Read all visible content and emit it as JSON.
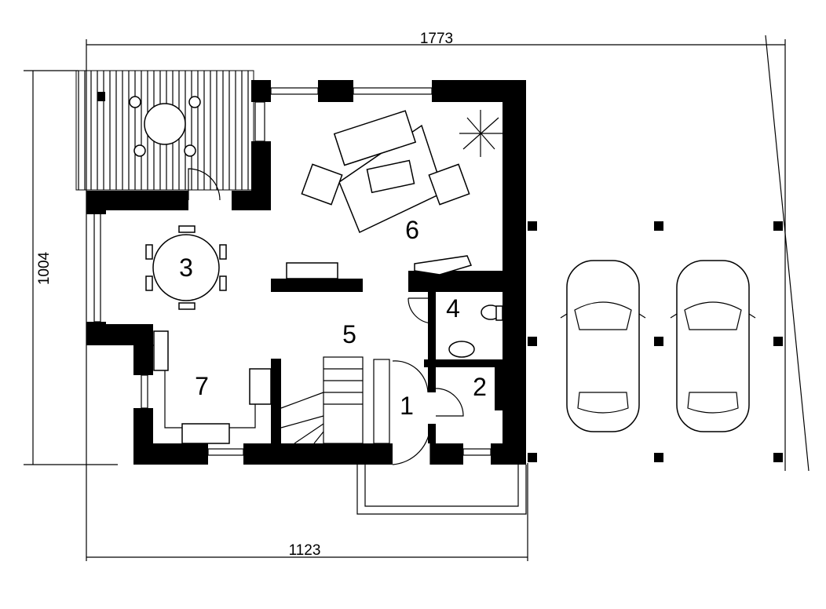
{
  "dimensions": {
    "total_width": "1773",
    "house_width": "1123",
    "house_depth": "1004"
  },
  "rooms": [
    {
      "number": "1"
    },
    {
      "number": "2"
    },
    {
      "number": "3"
    },
    {
      "number": "4"
    },
    {
      "number": "5"
    },
    {
      "number": "6"
    },
    {
      "number": "7"
    }
  ],
  "colors": {
    "wall": "#000000",
    "background": "#ffffff"
  }
}
